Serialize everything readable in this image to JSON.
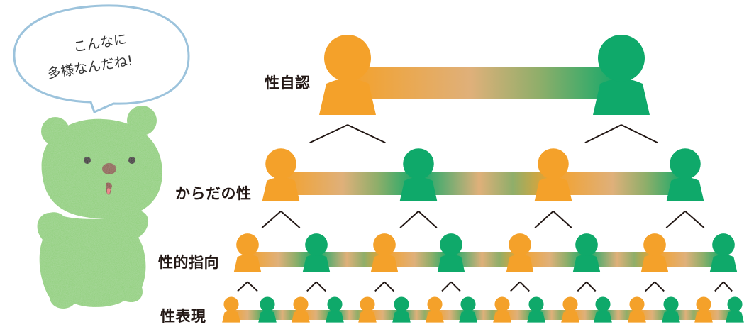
{
  "speech_bubble": {
    "line1": "こんなに",
    "line2": "多様なんだね!"
  },
  "labels": {
    "gender_identity": "性自認",
    "physical_sex": "からだの性",
    "sexual_orientation": "性的指向",
    "gender_expression": "性表現"
  },
  "colors": {
    "orange": "#f4a12a",
    "green": "#0fa96a",
    "bear": "#8fcf7a",
    "bubble_outline": "#9cc3dc"
  },
  "rows": [
    {
      "name": "gender_identity",
      "figure_count": 2
    },
    {
      "name": "physical_sex",
      "figure_count": 4
    },
    {
      "name": "sexual_orientation",
      "figure_count": 8
    },
    {
      "name": "gender_expression",
      "figure_count": 16
    }
  ]
}
